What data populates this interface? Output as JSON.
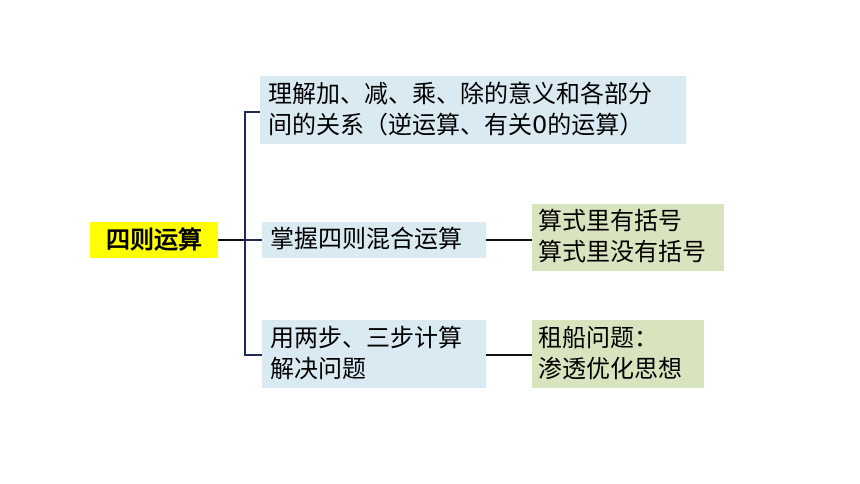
{
  "colors": {
    "root_fill": "#FFFF00",
    "branch_fill": "#DAEAF3",
    "leaf_fill": "#D7E4BD",
    "bracket_line": "#1F2A55",
    "connector_line": "#111111"
  },
  "root": {
    "label": "四则运算"
  },
  "branches": [
    {
      "lines": [
        "理解加、减、乘、除的意义和各部分",
        "间的关系（逆运算、有关0的运算）"
      ]
    },
    {
      "lines": [
        "掌握四则混合运算"
      ],
      "child": {
        "lines": [
          "算式里有括号",
          "算式里没有括号"
        ]
      }
    },
    {
      "lines": [
        "用两步、三步计算",
        "解决问题"
      ],
      "child": {
        "lines": [
          "租船问题：",
          "渗透优化思想"
        ]
      }
    }
  ]
}
